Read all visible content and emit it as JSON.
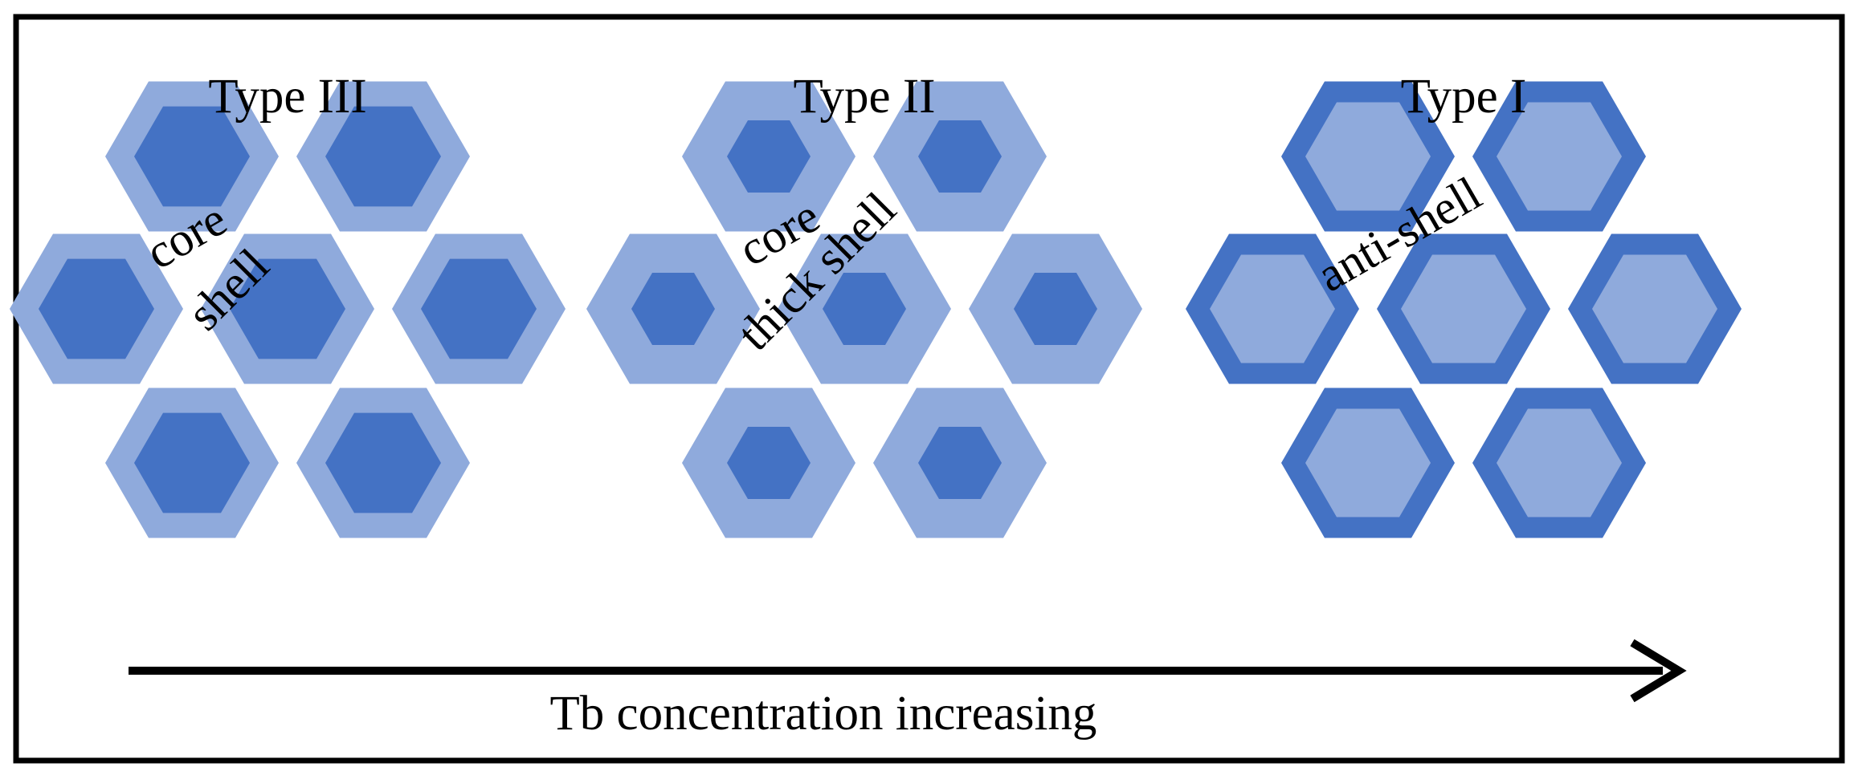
{
  "colors": {
    "light": "#8faadc",
    "dark": "#4472c4",
    "frame": "#000000",
    "background": "#ffffff"
  },
  "groups": [
    {
      "title": "Type III",
      "variant": "core-shell"
    },
    {
      "title": "Type II",
      "variant": "core-thick-shell"
    },
    {
      "title": "Type I",
      "variant": "anti-shell"
    }
  ],
  "annotations": {
    "core_1": "core",
    "shell_1": "shell",
    "core_2": "core",
    "thick_shell": "thick shell",
    "anti_shell": "anti-shell"
  },
  "axis_label": "Tb concentration increasing"
}
